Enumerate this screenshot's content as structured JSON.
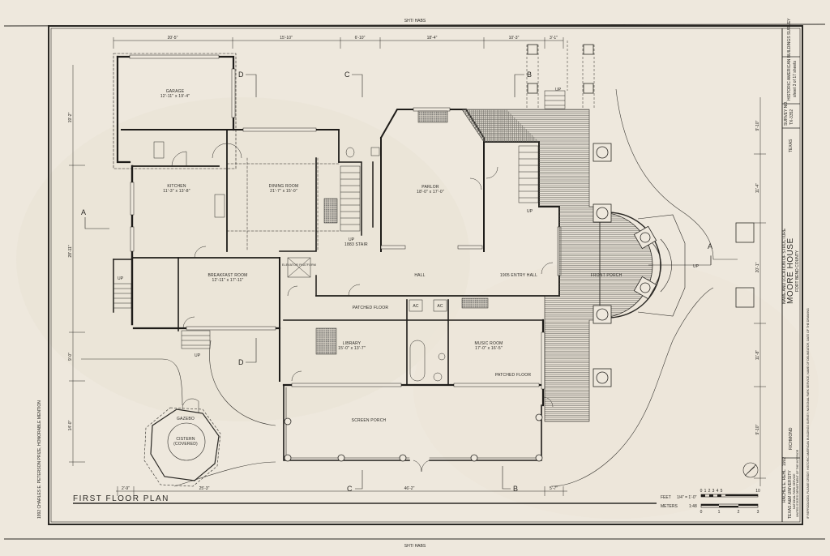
{
  "sheet": {
    "title": "FIRST FLOOR PLAN",
    "left_margin_note": "1992 CHARLES E. PETERSON PRIZE, HONORABLE MENTION",
    "top_margin_note": "SHT/ HABS",
    "bottom_margin_note": "SHT/ HABS"
  },
  "rooms": {
    "garage": {
      "name": "GARAGE",
      "size": "12'-11\" x 19'-4\""
    },
    "kitchen": {
      "name": "KITCHEN",
      "size": "11'-3\" x 13'-8\""
    },
    "dining_room": {
      "name": "DINING ROOM",
      "size": "21'-7\" x 15'-0\""
    },
    "parlor": {
      "name": "PARLOR",
      "size": "18'-0\" x 17'-0\""
    },
    "breakfast_room": {
      "name": "BREAKFAST ROOM",
      "size": "12'-11\" x 17'-11\""
    },
    "elevator": {
      "name": "ELEVATOR PLATFORM"
    },
    "hall": {
      "name": "HALL"
    },
    "entry_hall": {
      "name": "1905 ENTRY HALL"
    },
    "back_stair": {
      "name": "1883 STAIR",
      "up": "UP"
    },
    "library": {
      "name": "LIBRARY",
      "size": "15'-0\" x 13'-7\""
    },
    "music_room": {
      "name": "MUSIC ROOM",
      "size": "17'-0\" x 16'-5\""
    },
    "patched_floor_1": "PATCHED FLOOR",
    "patched_floor_2": "PATCHED FLOOR",
    "ac1": "AC",
    "ac2": "AC",
    "front_porch": {
      "name": "FRONT PORCH"
    },
    "screen_porch": {
      "name": "SCREEN PORCH"
    },
    "gazebo": {
      "name": "GAZEBO"
    },
    "cistern": {
      "name": "CISTERN",
      "note": "(COVERED)"
    },
    "up_labels": [
      "UP",
      "UP",
      "UP",
      "UP",
      "UP"
    ]
  },
  "dimensions": {
    "top": [
      "20'-5\"",
      "15'-10\"",
      "6'-10\"",
      "18'-4\"",
      "10'-3\"",
      "3'-1\""
    ],
    "left": [
      "19'-2\"",
      "28'-11\"",
      "9'-0\"",
      "14'-0\""
    ],
    "right": [
      "9'-10\"",
      "11'-4\"",
      "20'-1\"",
      "11'-8\"",
      "9'-10\""
    ],
    "bottom": [
      "2'-9\"",
      "25'-3\"",
      "46'-2\"",
      "5'-7\""
    ]
  },
  "section_markers": {
    "a_left": "A",
    "a_right": "A",
    "b_top": "B",
    "b_bottom": "B",
    "c_top": "C",
    "c_bottom": "C",
    "d_top": "D",
    "d_mid": "D"
  },
  "scale": {
    "feet_label": "FEET",
    "feet_ratio": "1/4\" = 1'-0\"",
    "feet_ticks": [
      "0",
      "1",
      "2",
      "3",
      "4",
      "5",
      "10"
    ],
    "meters_label": "METERS",
    "meters_ratio": "1:48",
    "meters_ticks": [
      "0",
      "1",
      "2",
      "3"
    ]
  },
  "title_block": {
    "survey": "HISTORIC AMERICAN BUILDINGS SURVEY",
    "sheet_no": "sheet 3 of 17 sheets",
    "survey_no_label": "SURVEY NO.",
    "survey_no": "TX-3352",
    "state": "TEXAS",
    "name_label": "NAME AND LOCATION OF STRUCTURE",
    "structure_name": "MOORE HOUSE",
    "county": "FORT BEND COUNTY",
    "location_city": "RICHMOND",
    "delineator_label": "DELINEATED BY",
    "delineator": "RACHEL E. REHL",
    "year": "1992",
    "university": "TEXAS A&M UNIVERSITY",
    "agency1": "NATIONAL PARK SERVICE",
    "agency2": "UNITED STATES DEPARTMENT OF THE INTERIOR",
    "long_note": "IF REPRODUCED, PLEASE CREDIT: HISTORIC AMERICAN BUILDINGS SURVEY, NATIONAL PARK SERVICE, NAME OF DELINEATOR, DATE OF THE DRAWING"
  },
  "colors": {
    "paper": "#eee8dd",
    "ink": "#2a2824",
    "hatch": "#6d6a64"
  }
}
